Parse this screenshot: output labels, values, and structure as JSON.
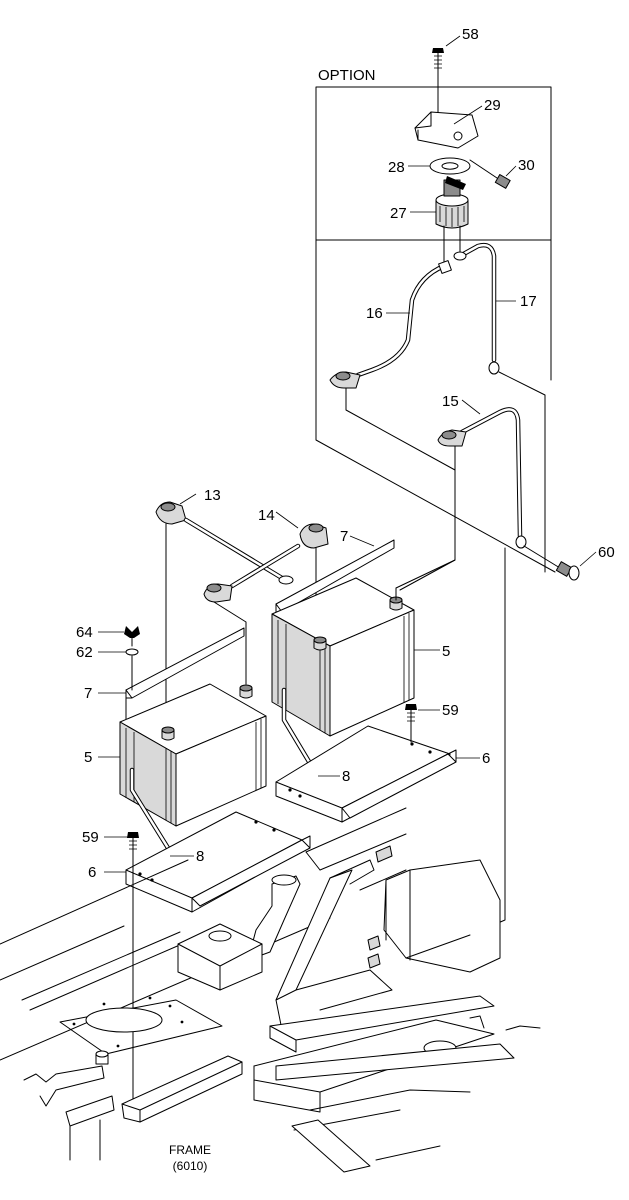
{
  "option_label": "OPTION",
  "frame_label": "FRAME",
  "frame_code": "(6010)",
  "callouts": [
    {
      "id": "58",
      "text": "58"
    },
    {
      "id": "29",
      "text": "29"
    },
    {
      "id": "28",
      "text": "28"
    },
    {
      "id": "30",
      "text": "30"
    },
    {
      "id": "27",
      "text": "27"
    },
    {
      "id": "16",
      "text": "16"
    },
    {
      "id": "17",
      "text": "17"
    },
    {
      "id": "15",
      "text": "15"
    },
    {
      "id": "60",
      "text": "60"
    },
    {
      "id": "13",
      "text": "13"
    },
    {
      "id": "14",
      "text": "14"
    },
    {
      "id": "7a",
      "text": "7"
    },
    {
      "id": "5a",
      "text": "5"
    },
    {
      "id": "64",
      "text": "64"
    },
    {
      "id": "62",
      "text": "62"
    },
    {
      "id": "7b",
      "text": "7"
    },
    {
      "id": "5b",
      "text": "5"
    },
    {
      "id": "59a",
      "text": "59"
    },
    {
      "id": "6a",
      "text": "6"
    },
    {
      "id": "8a",
      "text": "8"
    },
    {
      "id": "59b",
      "text": "59"
    },
    {
      "id": "8b",
      "text": "8"
    },
    {
      "id": "6b",
      "text": "6"
    }
  ]
}
